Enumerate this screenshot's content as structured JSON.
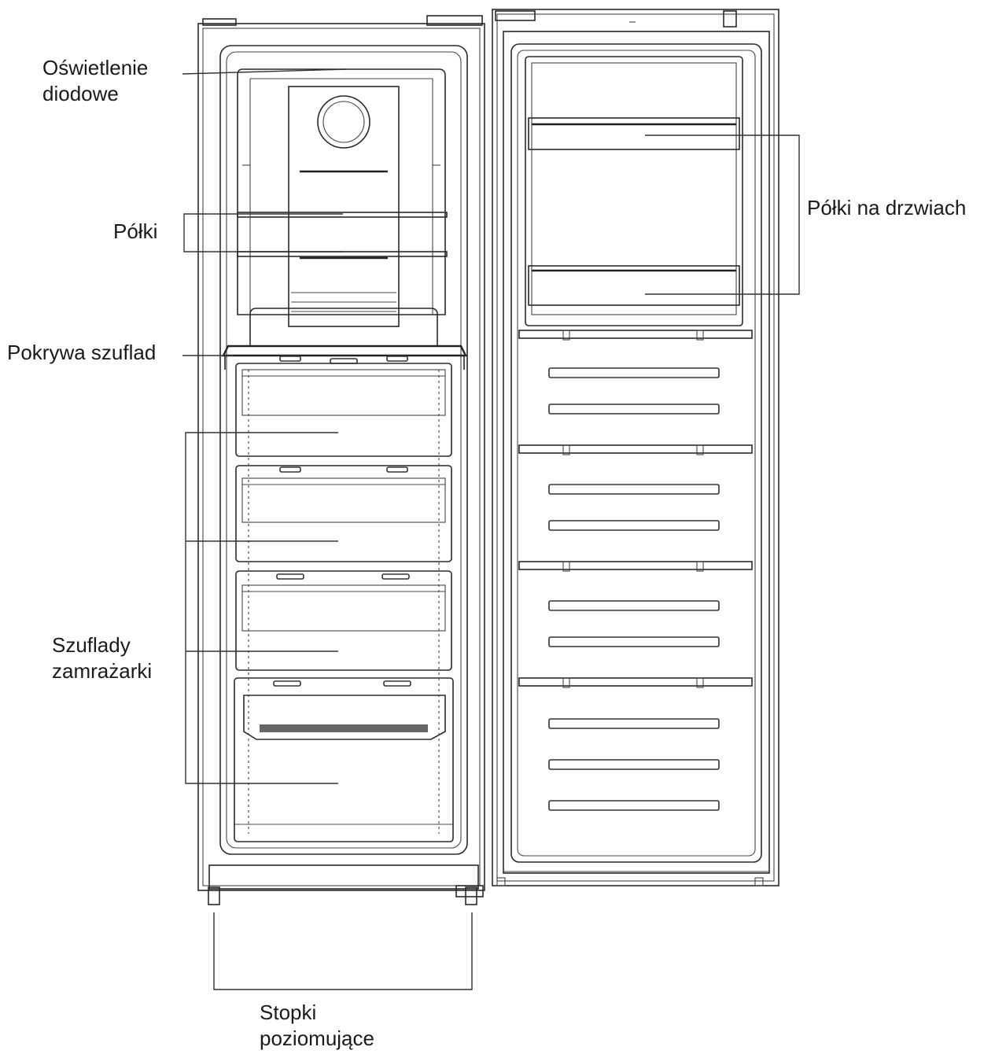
{
  "labels": {
    "led": [
      "Oświetlenie",
      "diodowe"
    ],
    "shelves": "Półki",
    "drawer_cover": "Pokrywa szuflad",
    "drawers": [
      "Szuflady",
      "zamrażarki"
    ],
    "door_shelves": "Półki na drzwiach",
    "feet": [
      "Stopki",
      "poziomujące"
    ]
  }
}
